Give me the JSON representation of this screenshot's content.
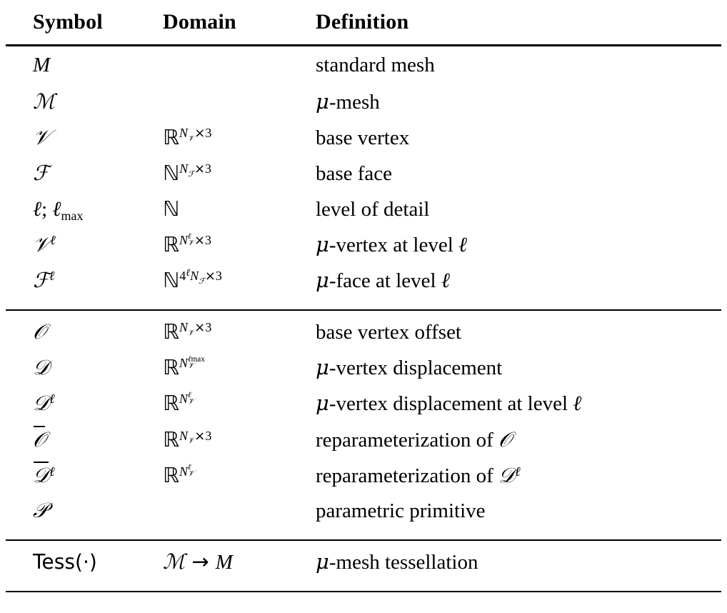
{
  "table": {
    "name": "notation-table",
    "columns": [
      "Symbol",
      "Domain",
      "Definition"
    ],
    "sections": [
      {
        "name": "mesh-primitives",
        "rows": [
          {
            "symbol": "M",
            "domain": "",
            "definition": "standard mesh"
          },
          {
            "symbol": "ℳ",
            "domain": "",
            "definition": "μ-mesh"
          },
          {
            "symbol": "𝒱",
            "domain": "ℝ^{N_𝒱×3}",
            "definition": "base vertex"
          },
          {
            "symbol": "ℱ",
            "domain": "ℕ^{N_ℱ×3}",
            "definition": "base face"
          },
          {
            "symbol": "ℓ; ℓ_max",
            "domain": "ℕ",
            "definition": "level of detail"
          },
          {
            "symbol": "𝒱^ℓ",
            "domain": "ℝ^{N_𝒱^ℓ×3}",
            "definition": "μ-vertex at level ℓ"
          },
          {
            "symbol": "ℱ^ℓ",
            "domain": "ℕ^{4^ℓ N_ℱ×3}",
            "definition": "μ-face at level ℓ"
          }
        ]
      },
      {
        "name": "offsets-displacements",
        "rows": [
          {
            "symbol": "𝒪",
            "domain": "ℝ^{N_𝒱×3}",
            "definition": "base vertex offset"
          },
          {
            "symbol": "𝒟",
            "domain": "ℝ^{N_𝒱^{ℓmax}}",
            "definition": "μ-vertex displacement"
          },
          {
            "symbol": "𝒟^ℓ",
            "domain": "ℝ^{N_𝒱^ℓ}",
            "definition": "μ-vertex displacement at level ℓ"
          },
          {
            "symbol": "̅𝒪",
            "domain": "ℝ^{N_𝒱×3}",
            "definition": "reparameterization of 𝒪"
          },
          {
            "symbol": "̅𝒟^ℓ",
            "domain": "ℝ^{N_𝒱^ℓ}",
            "definition": "reparameterization of 𝒟^ℓ"
          },
          {
            "symbol": "𝒫",
            "domain": "",
            "definition": "parametric primitive"
          }
        ]
      },
      {
        "name": "operators",
        "rows": [
          {
            "symbol": "Tess(·)",
            "domain": "ℳ → M",
            "definition": "μ-mesh tessellation"
          }
        ]
      }
    ],
    "glyphs": {
      "M_std": "M",
      "M_micro": "ℳ",
      "V_cal": "𝒱",
      "F_cal": "ℱ",
      "O_cal": "𝒪",
      "D_cal": "𝒟",
      "P_cal": "𝒫",
      "ell": "ℓ",
      "mu": "μ",
      "reals": "ℝ",
      "naturals": "ℕ",
      "times": "×",
      "arrow": "→",
      "cdot": "·",
      "max": "max",
      "three": "3",
      "four": "4",
      "N": "N",
      "tess": "Tess",
      "lparen": "(",
      "rparen": ")",
      "semicolon": ";",
      "hyphen": "-",
      "mesh_word": "mesh",
      "vertex_word": "vertex",
      "face_word": "face"
    },
    "colors": {
      "text": "#000000",
      "rule": "#000000",
      "background": "#ffffff"
    }
  }
}
